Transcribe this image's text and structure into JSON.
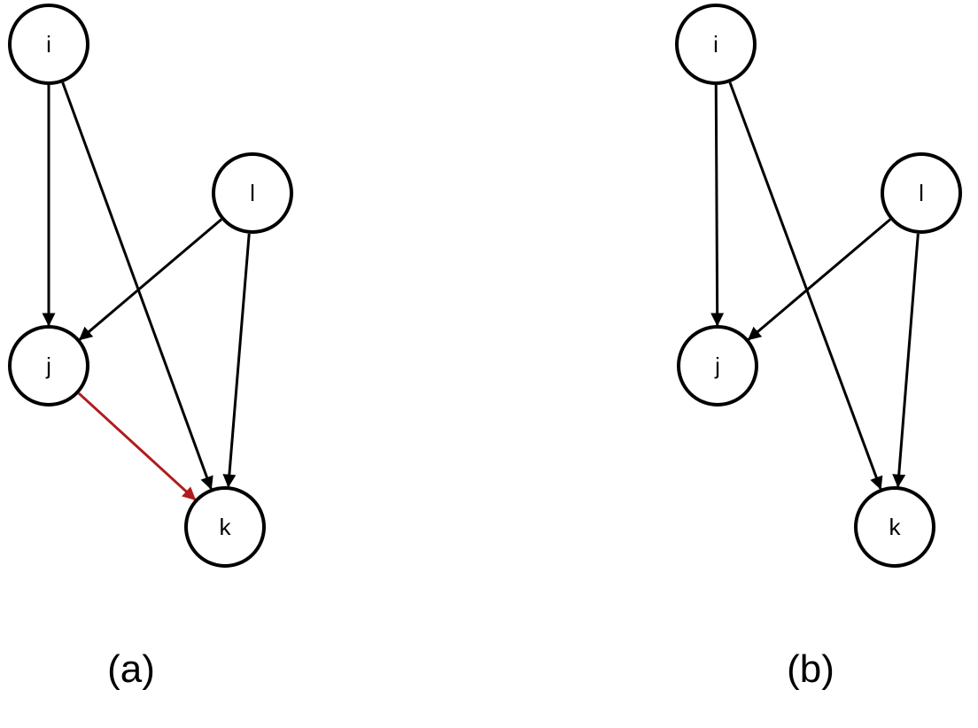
{
  "graphs": [
    {
      "caption": "(a)",
      "nodes": {
        "i": "i",
        "l": "l",
        "j": "j",
        "k": "k"
      },
      "edges": [
        {
          "from": "i",
          "to": "j",
          "color": "#000000"
        },
        {
          "from": "i",
          "to": "k",
          "color": "#000000"
        },
        {
          "from": "l",
          "to": "j",
          "color": "#000000"
        },
        {
          "from": "l",
          "to": "k",
          "color": "#000000"
        },
        {
          "from": "j",
          "to": "k",
          "color": "#b01c1c"
        }
      ]
    },
    {
      "caption": "(b)",
      "nodes": {
        "i": "i",
        "l": "l",
        "j": "j",
        "k": "k"
      },
      "edges": [
        {
          "from": "i",
          "to": "j",
          "color": "#000000"
        },
        {
          "from": "i",
          "to": "k",
          "color": "#000000"
        },
        {
          "from": "l",
          "to": "j",
          "color": "#000000"
        },
        {
          "from": "l",
          "to": "k",
          "color": "#000000"
        }
      ]
    }
  ]
}
